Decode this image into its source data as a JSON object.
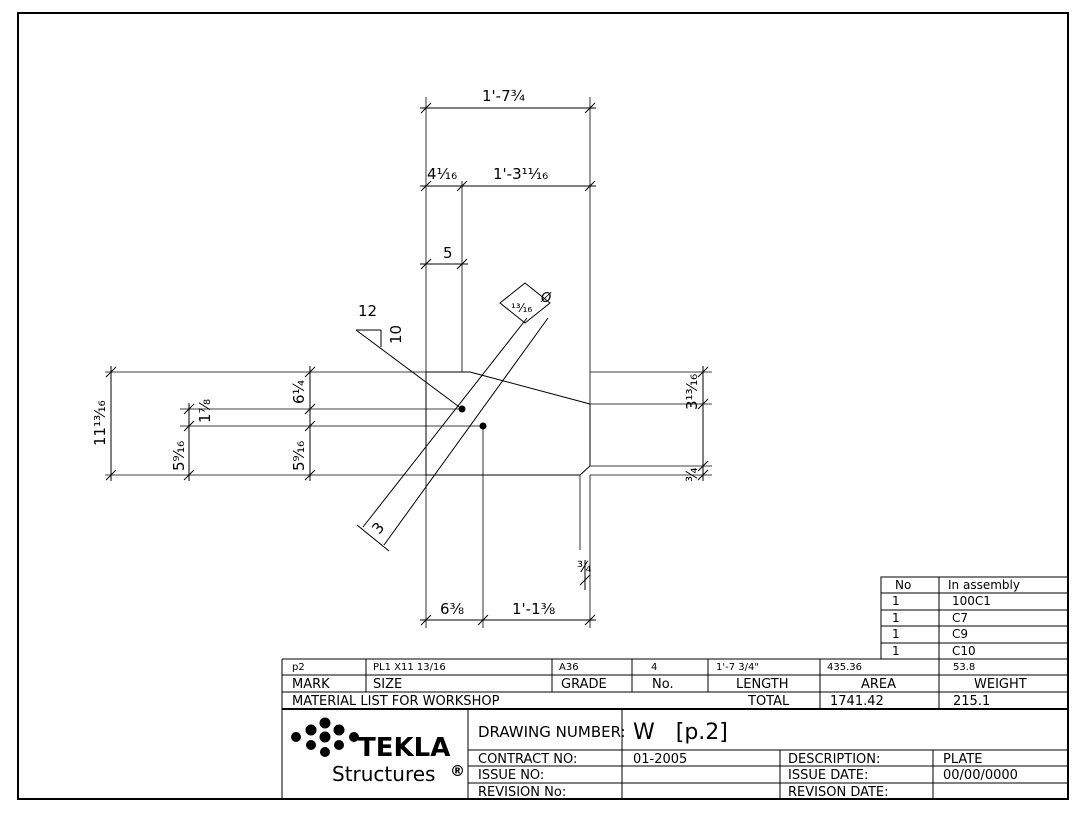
{
  "drawing": {
    "dimensions": {
      "top_overall": "1'-7¾",
      "top_left": "4¹⁄₁₆",
      "top_right": "1'-3¹¹⁄₁₆",
      "five": "5",
      "bottom_left": "6⅜",
      "bottom_right": "1'-1⅜",
      "left_overall": "11¹³⁄₁₆",
      "left_a": "5⁹⁄₁₆",
      "left_b": "1⅞",
      "mid_upper": "6¼",
      "mid_lower": "5⁹⁄₁₆",
      "right_upper": "3¹³⁄₁₆",
      "right_lower": "¾",
      "bottom_small": "¾",
      "weld": "3",
      "hole_size": "¹³⁄₁₆",
      "hole_symbol": "Ø",
      "slope_run": "12",
      "slope_rise": "10"
    }
  },
  "assembly": {
    "headers": [
      "No",
      "In assembly"
    ],
    "rows": [
      [
        "1",
        "100C1"
      ],
      [
        "1",
        "C7"
      ],
      [
        "1",
        "C9"
      ],
      [
        "1",
        "C10"
      ]
    ]
  },
  "material": {
    "row": {
      "mark": "p2",
      "size": "PL1 X11 13/16",
      "grade": "A36",
      "no": "4",
      "length": "1'-7 3/4\"",
      "area": "435.36",
      "weight": "53.8"
    },
    "headers": {
      "mark": "MARK",
      "size": "SIZE",
      "grade": "GRADE",
      "no": "No.",
      "length": "LENGTH",
      "area": "AREA",
      "weight": "WEIGHT"
    },
    "list_title": "MATERIAL LIST FOR WORKSHOP",
    "total_label": "TOTAL",
    "total_area": "1741.42",
    "total_weight": "215.1"
  },
  "title_block": {
    "logo_word": "TEKLA",
    "logo_sub": "Structures",
    "logo_reg": "®",
    "drawing_number_label": "DRAWING NUMBER:",
    "drawing_number": "W   [p.2]",
    "contract_label": "CONTRACT NO:",
    "contract_value": "01-2005",
    "description_label": "DESCRIPTION:",
    "description_value": "PLATE",
    "issue_label": "ISSUE NO:",
    "issue_value": "",
    "issue_date_label": "ISSUE DATE:",
    "issue_date_value": "00/00/0000",
    "revision_label": "REVISION No:",
    "revision_value": "",
    "revision_date_label": "REVISON DATE:",
    "revision_date_value": ""
  }
}
